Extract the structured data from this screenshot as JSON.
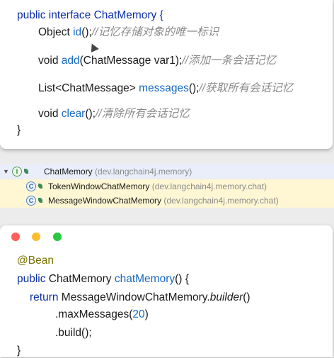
{
  "colors": {
    "keyword": "#0b2fa8",
    "method": "#1769c2",
    "comment": "#8a8a8a",
    "annotation": "#7a7000",
    "red_light": "#fe5f57",
    "yellow_light": "#febc2e",
    "green_light": "#28c840"
  },
  "interface_snippet": {
    "line1": {
      "kw": "public interface",
      "name": " ChatMemory {"
    },
    "line2": {
      "type": "Object ",
      "fn": "id",
      "punct": "();",
      "comment": "//记忆存储对象的唯一标识"
    },
    "line3": {
      "type": "void ",
      "fn": "add",
      "punct": "(ChatMessage var1);",
      "comment": "//添加一条会话记忆"
    },
    "line4": {
      "type": "List<ChatMessage> ",
      "fn": "messages",
      "punct": "();",
      "comment": "//获取所有会话记忆"
    },
    "line5": {
      "type": "void ",
      "fn": "clear",
      "punct": "();",
      "comment": "//清除所有会话记忆"
    },
    "line6": {
      "text": "}"
    }
  },
  "hierarchy": {
    "root": {
      "badge": "I",
      "name": "ChatMemory",
      "pkg": " (dev.langchain4j.memory)"
    },
    "children": [
      {
        "badge": "C",
        "name": "TokenWindowChatMemory",
        "pkg": " (dev.langchain4j.memory.chat)"
      },
      {
        "badge": "C",
        "name": "MessageWindowChatMemory",
        "pkg": " (dev.langchain4j.memory.chat)"
      }
    ]
  },
  "bean_snippet": {
    "line1": {
      "annotation": "@Bean"
    },
    "line2": {
      "kw": "public",
      "type": " ChatMemory ",
      "fn": "chatMemory",
      "punct": "() {"
    },
    "line3": {
      "kw": "return",
      "cls": " MessageWindowChatMemory.",
      "method": "builder",
      "punct": "()"
    },
    "line4": {
      "pre": ".maxMessages(",
      "num": "20",
      "post": ")"
    },
    "line5": {
      "text": ".build();"
    },
    "line6": {
      "text": "}"
    }
  }
}
